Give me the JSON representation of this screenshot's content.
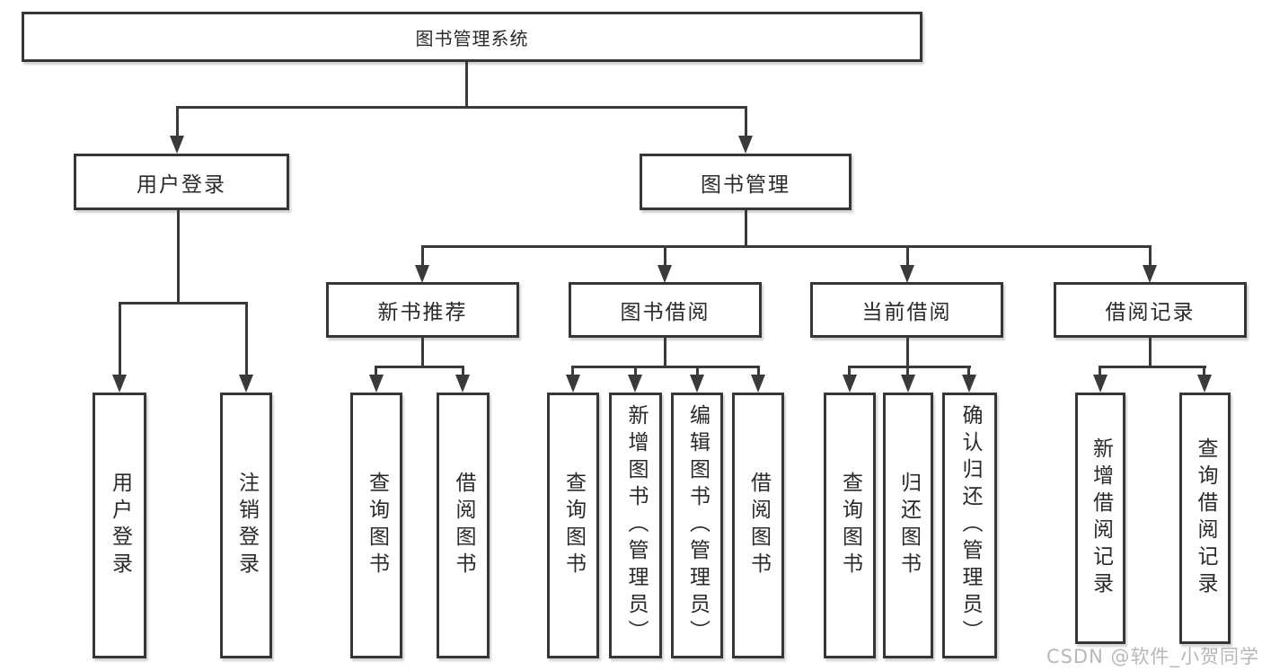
{
  "diagram_type": "hierarchy-tree",
  "watermark": "CSDN @软件_小贺同学",
  "colors": {
    "line": "#3a3a3a",
    "border": "#363636",
    "text": "#2a2a2a",
    "background": "#ffffff",
    "watermark": "#b7b7b9"
  },
  "tree": {
    "label": "图书管理系统",
    "children": [
      {
        "label": "用户登录",
        "children": [
          {
            "label": "用户登录"
          },
          {
            "label": "注销登录"
          }
        ]
      },
      {
        "label": "图书管理",
        "children": [
          {
            "label": "新书推荐",
            "children": [
              {
                "label": "查询图书"
              },
              {
                "label": "借阅图书"
              }
            ]
          },
          {
            "label": "图书借阅",
            "children": [
              {
                "label": "查询图书"
              },
              {
                "label": "新增图书（管理员）"
              },
              {
                "label": "编辑图书（管理员）"
              },
              {
                "label": "借阅图书"
              }
            ]
          },
          {
            "label": "当前借阅",
            "children": [
              {
                "label": "查询图书"
              },
              {
                "label": "归还图书"
              },
              {
                "label": "确认归还（管理员）"
              }
            ]
          },
          {
            "label": "借阅记录",
            "children": [
              {
                "label": "新增借阅记录"
              },
              {
                "label": "查询借阅记录"
              }
            ]
          }
        ]
      }
    ]
  }
}
